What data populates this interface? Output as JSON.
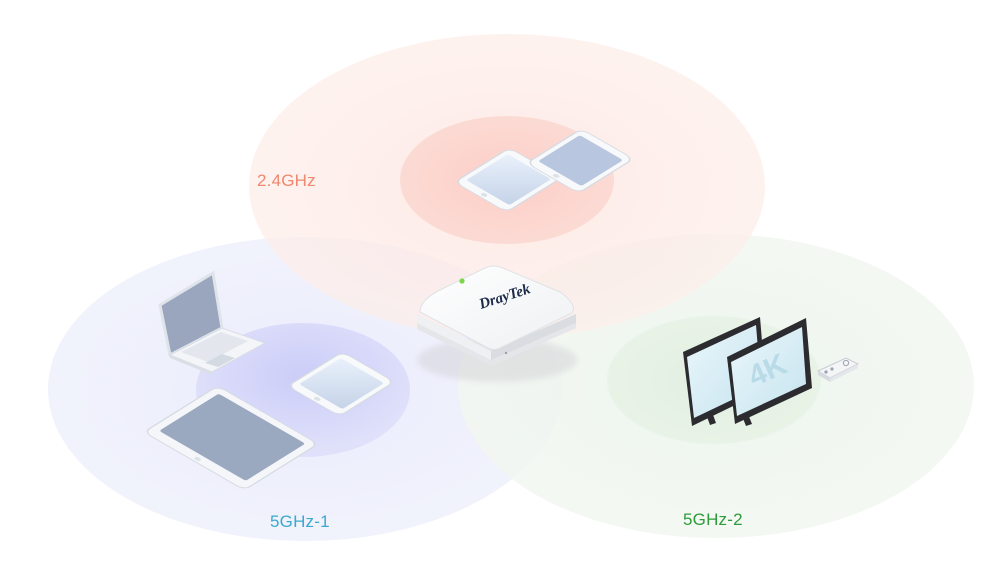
{
  "bands": [
    {
      "label": "2.4GHz",
      "color": "#f0876e"
    },
    {
      "label": "5GHz-1",
      "color": "#3aa9cf"
    },
    {
      "label": "5GHz-2",
      "color": "#2f9b3c"
    }
  ],
  "router": {
    "brand": "DrayTek",
    "led_color": "#7bd64a"
  },
  "tv": {
    "badge": "4K"
  },
  "devices": {
    "zone_24": [
      "phone",
      "phone"
    ],
    "zone_5g1": [
      "laptop",
      "phone",
      "tablet"
    ],
    "zone_5g2": [
      "tv",
      "tv",
      "remote"
    ]
  }
}
